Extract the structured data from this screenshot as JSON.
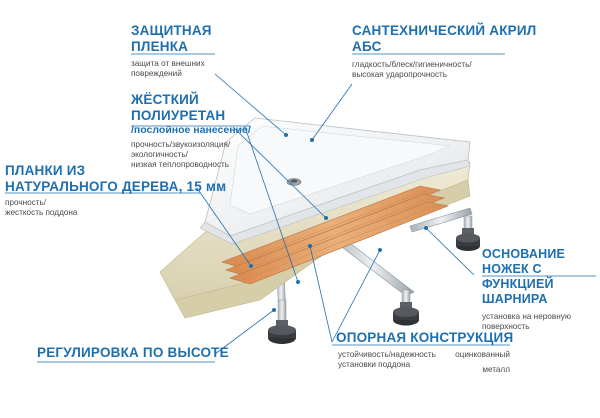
{
  "labels": {
    "film": {
      "title_lines": [
        "ЗАЩИТНАЯ",
        "ПЛЕНКА"
      ],
      "desc_lines": [
        "защита от внешних",
        "повреждений"
      ]
    },
    "acrylic": {
      "title": "САНТЕХНИЧЕСКИЙ АКРИЛ",
      "title2": "АБС",
      "desc_lines": [
        "гладкость/блеск/гигиеничность/",
        "высокая ударопрочность"
      ]
    },
    "polyurethane": {
      "title_lines": [
        "ЖЁСТКИЙ",
        "ПОЛИУРЕТАН"
      ],
      "subtitle": "/послойное нанесение/",
      "desc_lines": [
        "прочность/звукоизоляция/",
        "экологичность/",
        "низкая теплопроводность"
      ]
    },
    "planks": {
      "title_lines": [
        "ПЛАНКИ ИЗ",
        "НАТУРАЛЬНОГО ДЕРЕВА, 15 мм"
      ],
      "desc_lines": [
        "прочность/",
        "жесткость поддона"
      ]
    },
    "legs": {
      "title_lines": [
        "ОСНОВАНИЕ НОЖЕК С",
        "ФУНКЦИЕЙ ШАРНИРА"
      ],
      "desc_lines": [
        "установка на неровную",
        "поверхность"
      ]
    },
    "height": {
      "title": "РЕГУЛИРОВКА ПО ВЫСОТЕ"
    },
    "support": {
      "title": "ОПОРНАЯ КОНСТРУКЦИЯ",
      "desc_lines": [
        "устойчивость/надежность",
        "установки поддона"
      ],
      "metal_lines": [
        "оцинкованный",
        "металл"
      ]
    }
  },
  "colors": {
    "accent": "#1e6fb0",
    "acrylic": "#f4f5f6",
    "foam": "#e9e3cc",
    "wood": "#e3a56b",
    "metal": "#c9ced3",
    "foot": "#3a3d40"
  }
}
